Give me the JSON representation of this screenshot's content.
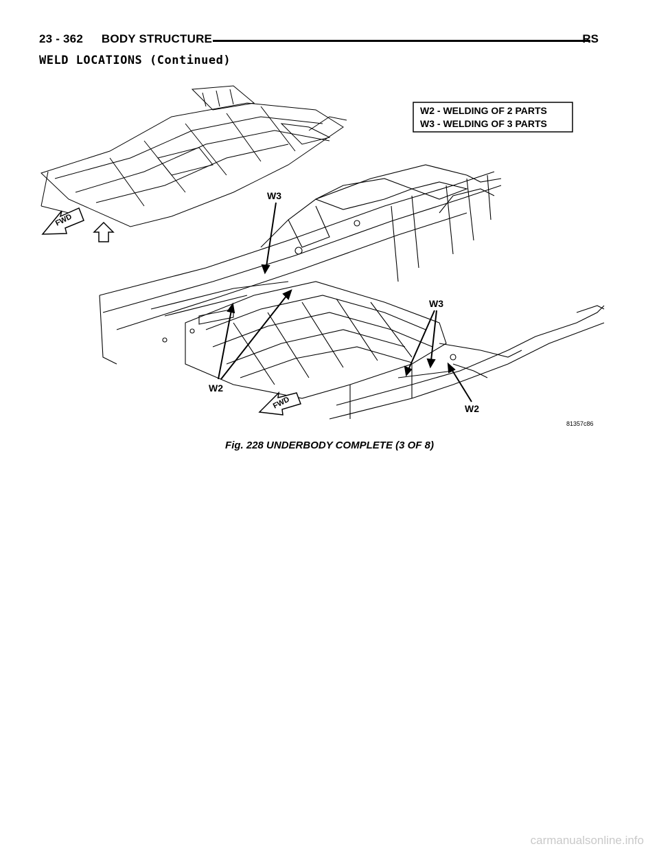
{
  "header": {
    "page_number": "23 - 362",
    "section": "BODY STRUCTURE",
    "model": "RS"
  },
  "section_title": "WELD LOCATIONS (Continued)",
  "figure": {
    "legend": [
      "W2 - WELDING OF 2 PARTS",
      "W3 - WELDING OF 3 PARTS"
    ],
    "callouts": {
      "w3_top": "W3",
      "w3_right": "W3",
      "w2_left": "W2",
      "w2_right": "W2"
    },
    "fwd_label": "FWD",
    "fwd_label_2": "FWD",
    "figure_id": "81357c86",
    "caption": "Fig. 228 UNDERBODY COMPLETE (3 OF 8)"
  },
  "watermark": "carmanualsonline.info"
}
